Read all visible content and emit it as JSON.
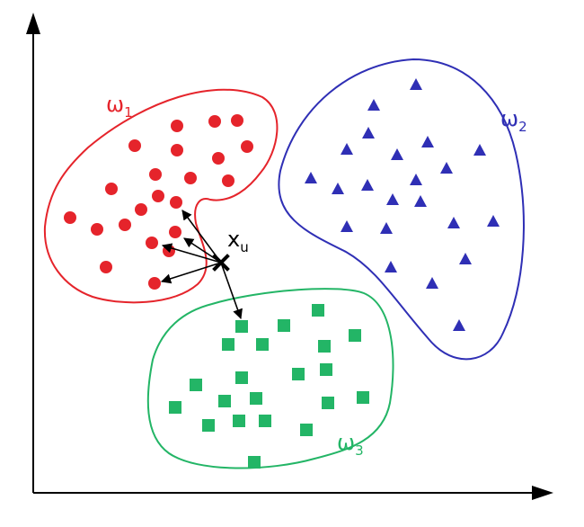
{
  "colors": {
    "omega1": "#e5242b",
    "omega2": "#2f2fb5",
    "omega3": "#23b566",
    "axis": "#000000",
    "query": "#000000"
  },
  "labels": {
    "omega1": {
      "base": "ω",
      "sub": "1"
    },
    "omega2": {
      "base": "ω",
      "sub": "2"
    },
    "omega3": {
      "base": "ω",
      "sub": "3"
    },
    "query": {
      "base": "x",
      "sub": "u"
    }
  },
  "icons": {
    "class1_marker": "circle",
    "class2_marker": "triangle",
    "class3_marker": "square",
    "query_marker": "x-cross"
  }
}
